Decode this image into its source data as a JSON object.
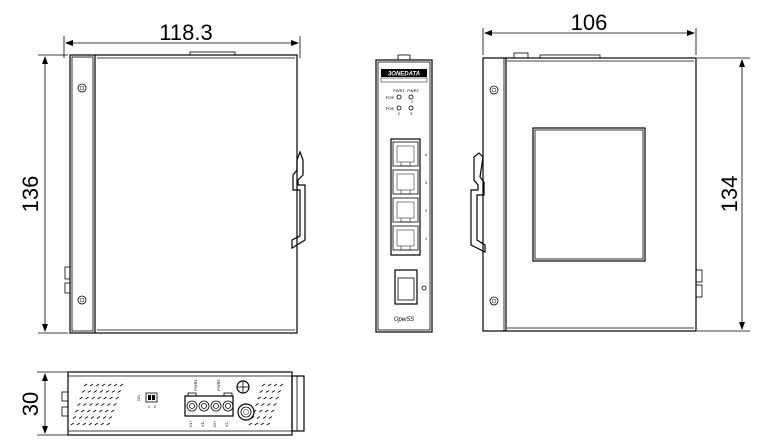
{
  "dimensions": {
    "side_width": "118.3",
    "side_height": "136",
    "rear_width": "106",
    "rear_height": "134",
    "bottom_depth": "30"
  },
  "front_panel": {
    "brand": "3ONEDATA",
    "led_labels": [
      "PWR1",
      "PWR2",
      "POE",
      "1",
      "POE",
      "2",
      "3"
    ],
    "port_labels": [
      "1",
      "2",
      "3",
      "4"
    ],
    "model": "Ope/5S"
  },
  "bottom_panel": {
    "dip_labels": [
      "ON",
      "1",
      "2"
    ],
    "terminal_labels": [
      "PWR1",
      "PWR2",
      "V1+",
      "V1-",
      "V2+",
      "V2-"
    ]
  }
}
